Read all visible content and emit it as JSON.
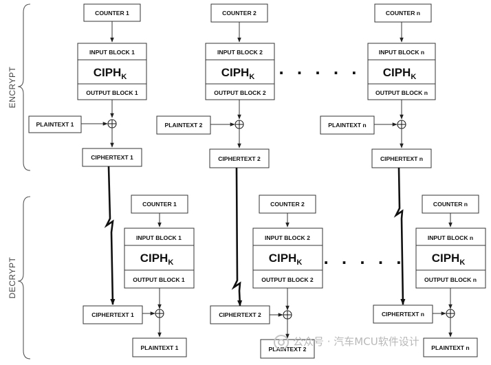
{
  "side_labels": {
    "encrypt": "ENCRYPT",
    "decrypt": "DECRYPT"
  },
  "ellipsis": ". . . . .",
  "cipher_label": {
    "main": "CIPH",
    "sub": "K"
  },
  "encrypt_columns": [
    {
      "counter": "COUNTER 1",
      "input_block": "INPUT BLOCK 1",
      "output_block": "OUTPUT BLOCK 1",
      "plaintext": "PLAINTEXT 1",
      "ciphertext": "CIPHERTEXT 1"
    },
    {
      "counter": "COUNTER 2",
      "input_block": "INPUT BLOCK 2",
      "output_block": "OUTPUT BLOCK 2",
      "plaintext": "PLAINTEXT 2",
      "ciphertext": "CIPHERTEXT 2"
    },
    {
      "counter": "COUNTER n",
      "input_block": "INPUT BLOCK n",
      "output_block": "OUTPUT BLOCK n",
      "plaintext": "PLAINTEXT n",
      "ciphertext": "CIPHERTEXT n"
    }
  ],
  "decrypt_columns": [
    {
      "counter": "COUNTER 1",
      "input_block": "INPUT BLOCK 1",
      "output_block": "OUTPUT BLOCK 1",
      "ciphertext": "CIPHERTEXT 1",
      "plaintext": "PLAINTEXT 1"
    },
    {
      "counter": "COUNTER 2",
      "input_block": "INPUT BLOCK 2",
      "output_block": "OUTPUT BLOCK 2",
      "ciphertext": "CIPHERTEXT 2",
      "plaintext": "PLAINTEXT 2"
    },
    {
      "counter": "COUNTER n",
      "input_block": "INPUT BLOCK n",
      "output_block": "OUTPUT BLOCK n",
      "ciphertext": "CIPHERTEXT n",
      "plaintext": "PLAINTEXT n"
    }
  ],
  "watermark": "公众号 · 汽车MCU软件设计"
}
